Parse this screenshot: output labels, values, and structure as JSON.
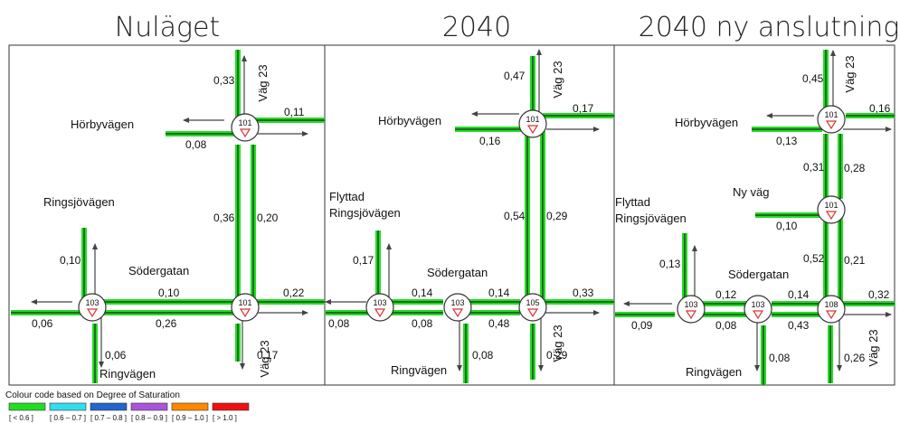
{
  "titles": [
    "Nuläget",
    "2040",
    "2040 ny anslutning"
  ],
  "panels": [
    {
      "labels": {
        "road_n": "Väg 23",
        "horby": "Hörbyvägen",
        "ringsjo": "Ringsjövägen",
        "sodergatan": "Södergatan",
        "ringvagen": "Ringvägen",
        "road_s": "Väg 23"
      },
      "nodes": [
        "101",
        "103",
        "101"
      ],
      "values": {
        "n_in": "0,33",
        "e_out": "0,11",
        "w_in": "0,08",
        "mid_l": "0,36",
        "mid_r": "0,20",
        "r_in": "0,10",
        "r_w_out": "0,06",
        "link_top": "0,10",
        "link_bot": "0,26",
        "s_e_out": "0,22",
        "ring_in": "0,06",
        "s_in": "0,17"
      }
    },
    {
      "labels": {
        "road_n": "Väg 23",
        "horby": "Hörbyvägen",
        "ringsjo_1": "Flyttad",
        "ringsjo_2": "Ringsjövägen",
        "sodergatan": "Södergatan",
        "ringvagen": "Ringvägen",
        "road_s": "Väg 23"
      },
      "nodes": [
        "101",
        "103",
        "103",
        "105"
      ],
      "values": {
        "n_in": "0,47",
        "e_out": "0,17",
        "w_in": "0,16",
        "mid_l": "0,54",
        "mid_r": "0,29",
        "r_in": "0,17",
        "r_w_out": "0,08",
        "l1_top": "0,14",
        "l1_bot": "0,08",
        "l2_top": "0,14",
        "l2_bot": "0,48",
        "s_e_out": "0,33",
        "ring_in": "0,08",
        "s_in": "0,29"
      }
    },
    {
      "labels": {
        "road_n": "Väg 23",
        "horby": "Hörbyvägen",
        "nyvag": "Ny väg",
        "ringsjo_1": "Flyttad",
        "ringsjo_2": "Ringsjövägen",
        "sodergatan": "Södergatan",
        "ringvagen": "Ringvägen",
        "road_s": "Väg 23"
      },
      "nodes": [
        "101",
        "101",
        "103",
        "103",
        "108"
      ],
      "values": {
        "n_in": "0,45",
        "e_out": "0,16",
        "w_in": "0,13",
        "up_l": "0,31",
        "up_r": "0,28",
        "ny_in": "0,10",
        "low_l": "0,52",
        "low_r": "0,21",
        "r_in": "0,13",
        "r_w_out": "0,09",
        "l1_top": "0,12",
        "l1_bot": "0,08",
        "l2_top": "0,14",
        "l2_bot": "0,43",
        "s_e_out": "0,32",
        "ring_in": "0,08",
        "s_in": "0,26"
      }
    }
  ],
  "legend": {
    "title": "Colour code based on Degree of Saturation",
    "items": [
      {
        "label": "[ < 0.6 ]",
        "color": "#22dd22"
      },
      {
        "label": "[ 0.6 – 0.7 ]",
        "color": "#33ddee"
      },
      {
        "label": "[ 0.7 – 0.8 ]",
        "color": "#2266cc"
      },
      {
        "label": "[ 0.8 – 0.9 ]",
        "color": "#aa55dd"
      },
      {
        "label": "[ 0.9 – 1.0 ]",
        "color": "#ff8800"
      },
      {
        "label": "[ > 1.0 ]",
        "color": "#ee1111"
      }
    ]
  },
  "colors": {
    "link_green": "#22dd22",
    "yield_red": "#dd3333"
  }
}
